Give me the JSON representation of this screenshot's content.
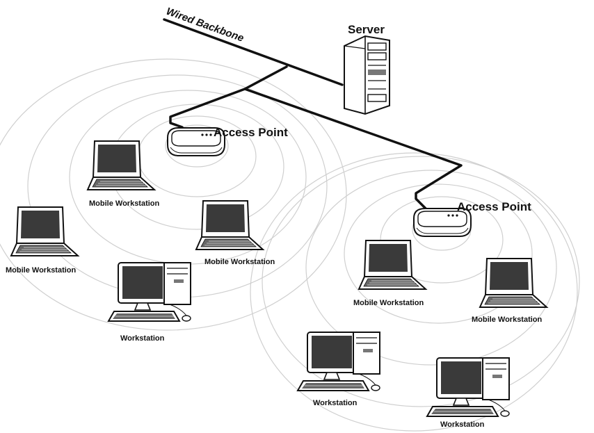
{
  "labels": {
    "backbone": "Wired Backbone",
    "server": "Server",
    "access_point_1": "Access Point",
    "access_point_2": "Access Point",
    "mobile_ws_top": "Mobile Workstation",
    "mobile_ws_left": "Mobile Workstation",
    "mobile_ws_center": "Mobile Workstation",
    "workstation_left": "Workstation",
    "mobile_ws_right_a": "Mobile Workstation",
    "mobile_ws_right_b": "Mobile Workstation",
    "workstation_right_a": "Workstation",
    "workstation_right_b": "Workstation"
  },
  "colors": {
    "line": "#111111",
    "ring": "#cfcfcf",
    "screen": "#3a3a3a",
    "device": "#ffffff"
  }
}
